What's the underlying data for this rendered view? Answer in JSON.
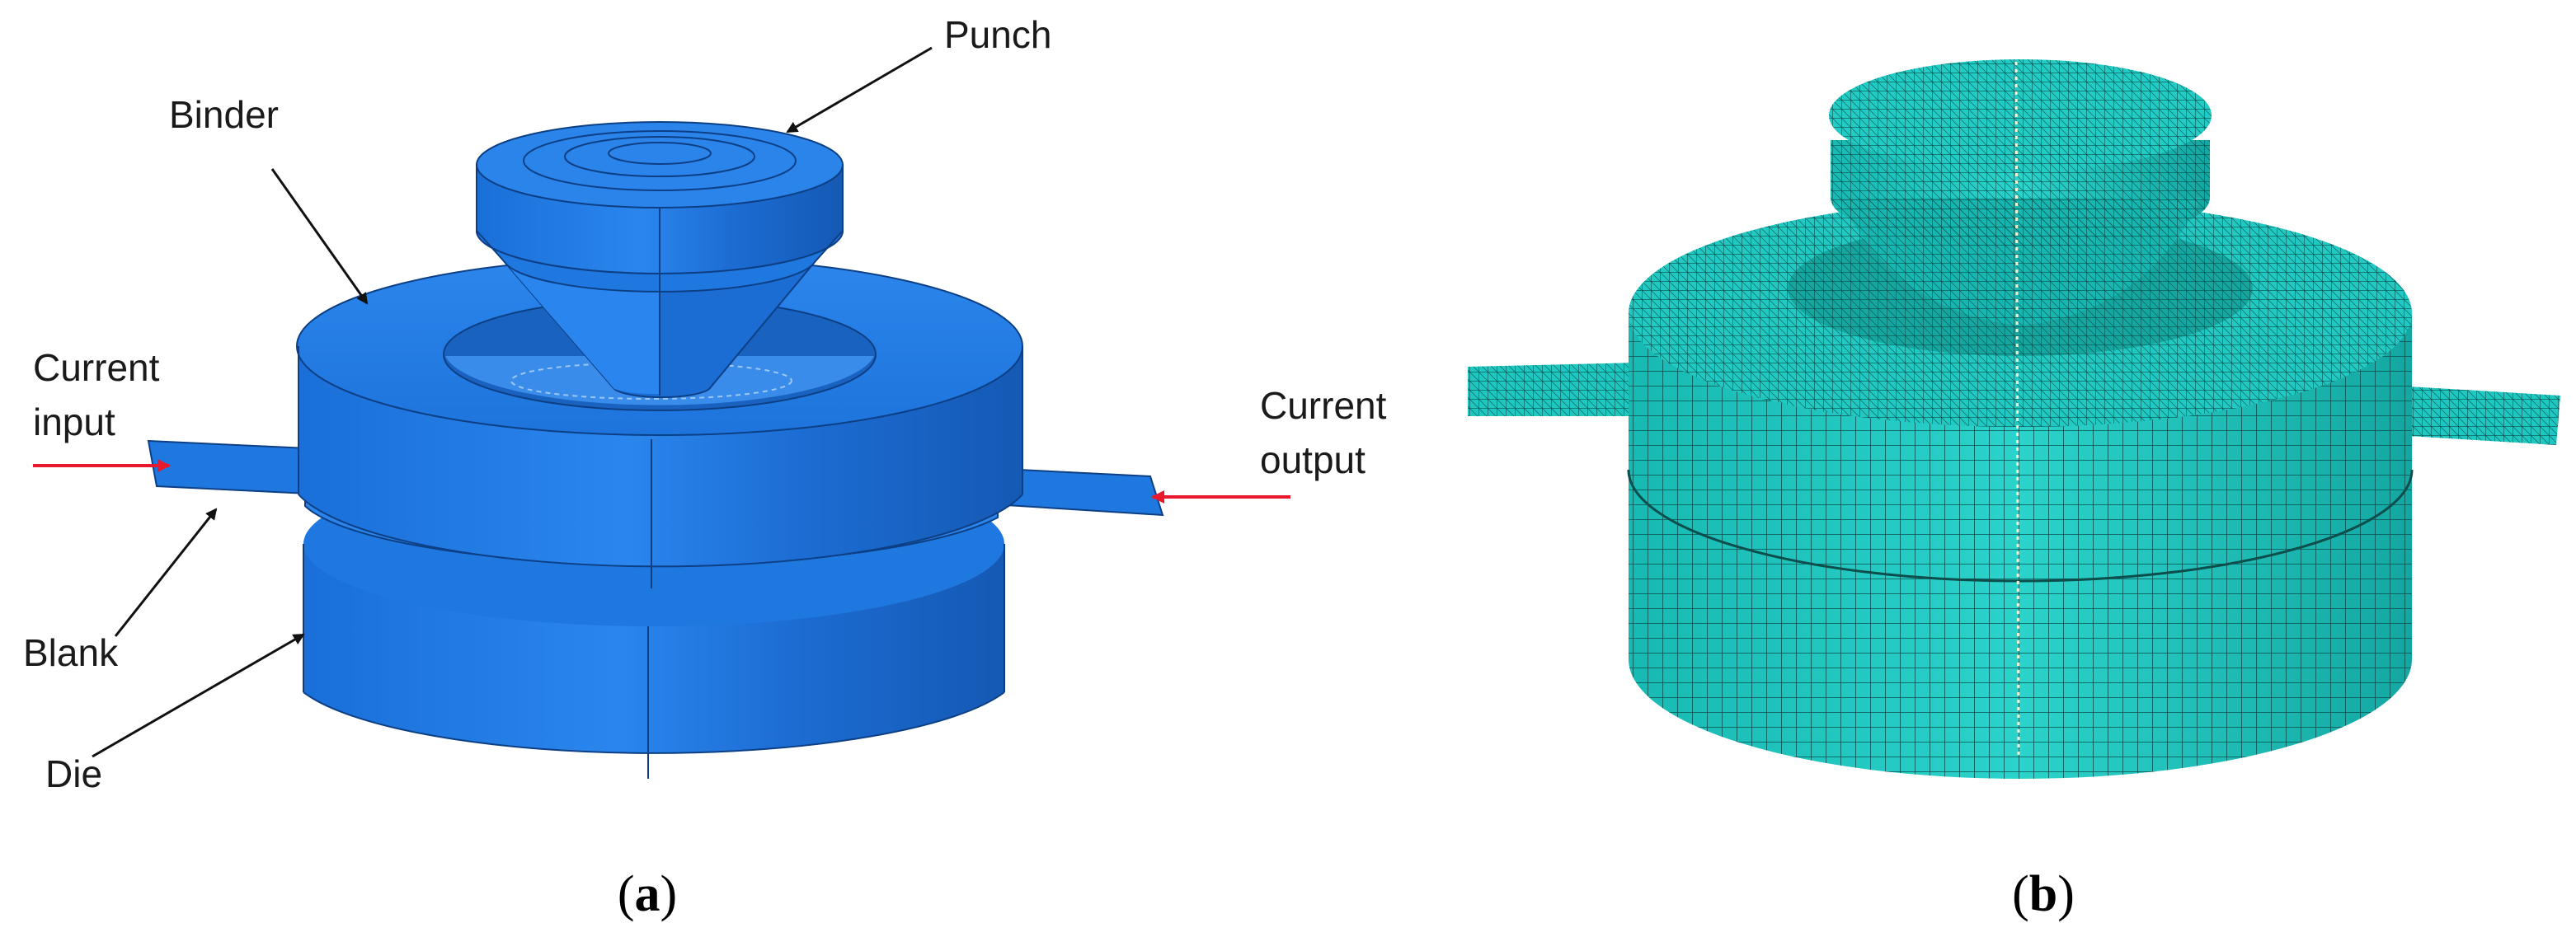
{
  "panel_a": {
    "label_open": "(",
    "label_letter": "a",
    "label_close": ")",
    "callouts": {
      "punch": "Punch",
      "binder": "Binder",
      "current_input_line1": "Current",
      "current_input_line2": "input",
      "current_output_line1": "Current",
      "current_output_line2": "output",
      "blank": "Blank",
      "die": "Die"
    }
  },
  "panel_b": {
    "label_open": "(",
    "label_letter": "b",
    "label_close": ")"
  },
  "colors": {
    "model_blue": "#1f78e0",
    "model_blue_dark": "#1562c4",
    "model_blue_light": "#4a98f0",
    "mesh_cyan": "#1ec7c0",
    "mesh_line": "#0b4e4c",
    "arrow_red": "#e8192c",
    "leader_black": "#111111"
  }
}
